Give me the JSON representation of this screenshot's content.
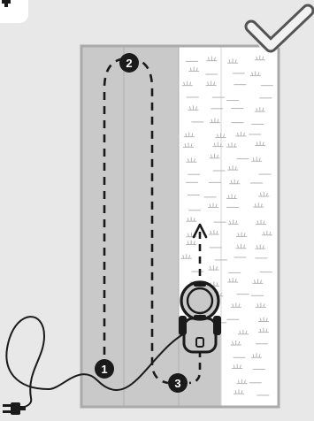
{
  "step_numbers": [
    "1",
    "2",
    "3"
  ],
  "colors": {
    "background": "#e8e8e8",
    "mowed_lane": "#c9c9c9",
    "unmowed_lawn": "#ffffff",
    "frame": "#aaaaaa",
    "grass_tuft": "#b5b5b5",
    "path": "#1a1a1a"
  },
  "icons": [
    "step-marker-icon",
    "checkmark-badge-icon",
    "plug-icon",
    "lawn-mower-icon"
  ]
}
